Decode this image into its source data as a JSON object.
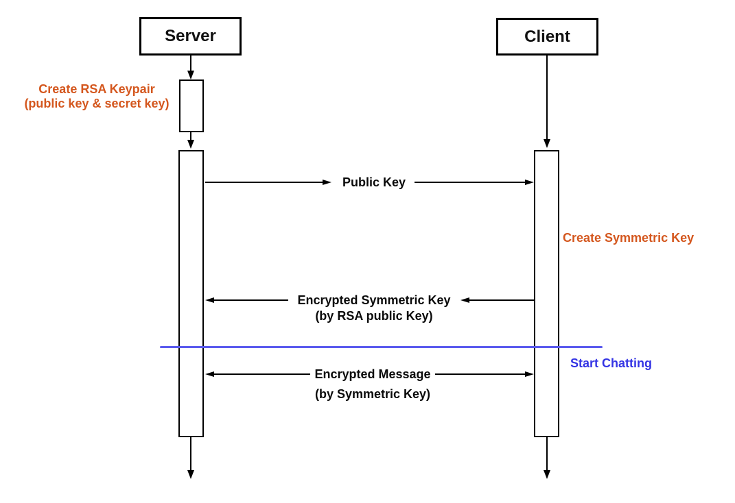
{
  "actors": {
    "server": "Server",
    "client": "Client"
  },
  "annotations": {
    "create_rsa_line1": "Create RSA Keypair",
    "create_rsa_line2": "(public key & secret key)",
    "create_symmetric": "Create Symmetric Key",
    "start_chatting": "Start Chatting"
  },
  "messages": {
    "public_key": "Public Key",
    "encrypted_symmetric_key": "Encrypted Symmetric Key",
    "encrypted_symmetric_key_note": "(by RSA public Key)",
    "encrypted_message": "Encrypted Message",
    "encrypted_message_note": "(by Symmetric Key)"
  },
  "colors": {
    "annotation_orange": "#d4571e",
    "chat_blue_text": "#3434e4",
    "divider_blue": "#5a5aee",
    "line_black": "#000000",
    "background": "#ffffff"
  }
}
